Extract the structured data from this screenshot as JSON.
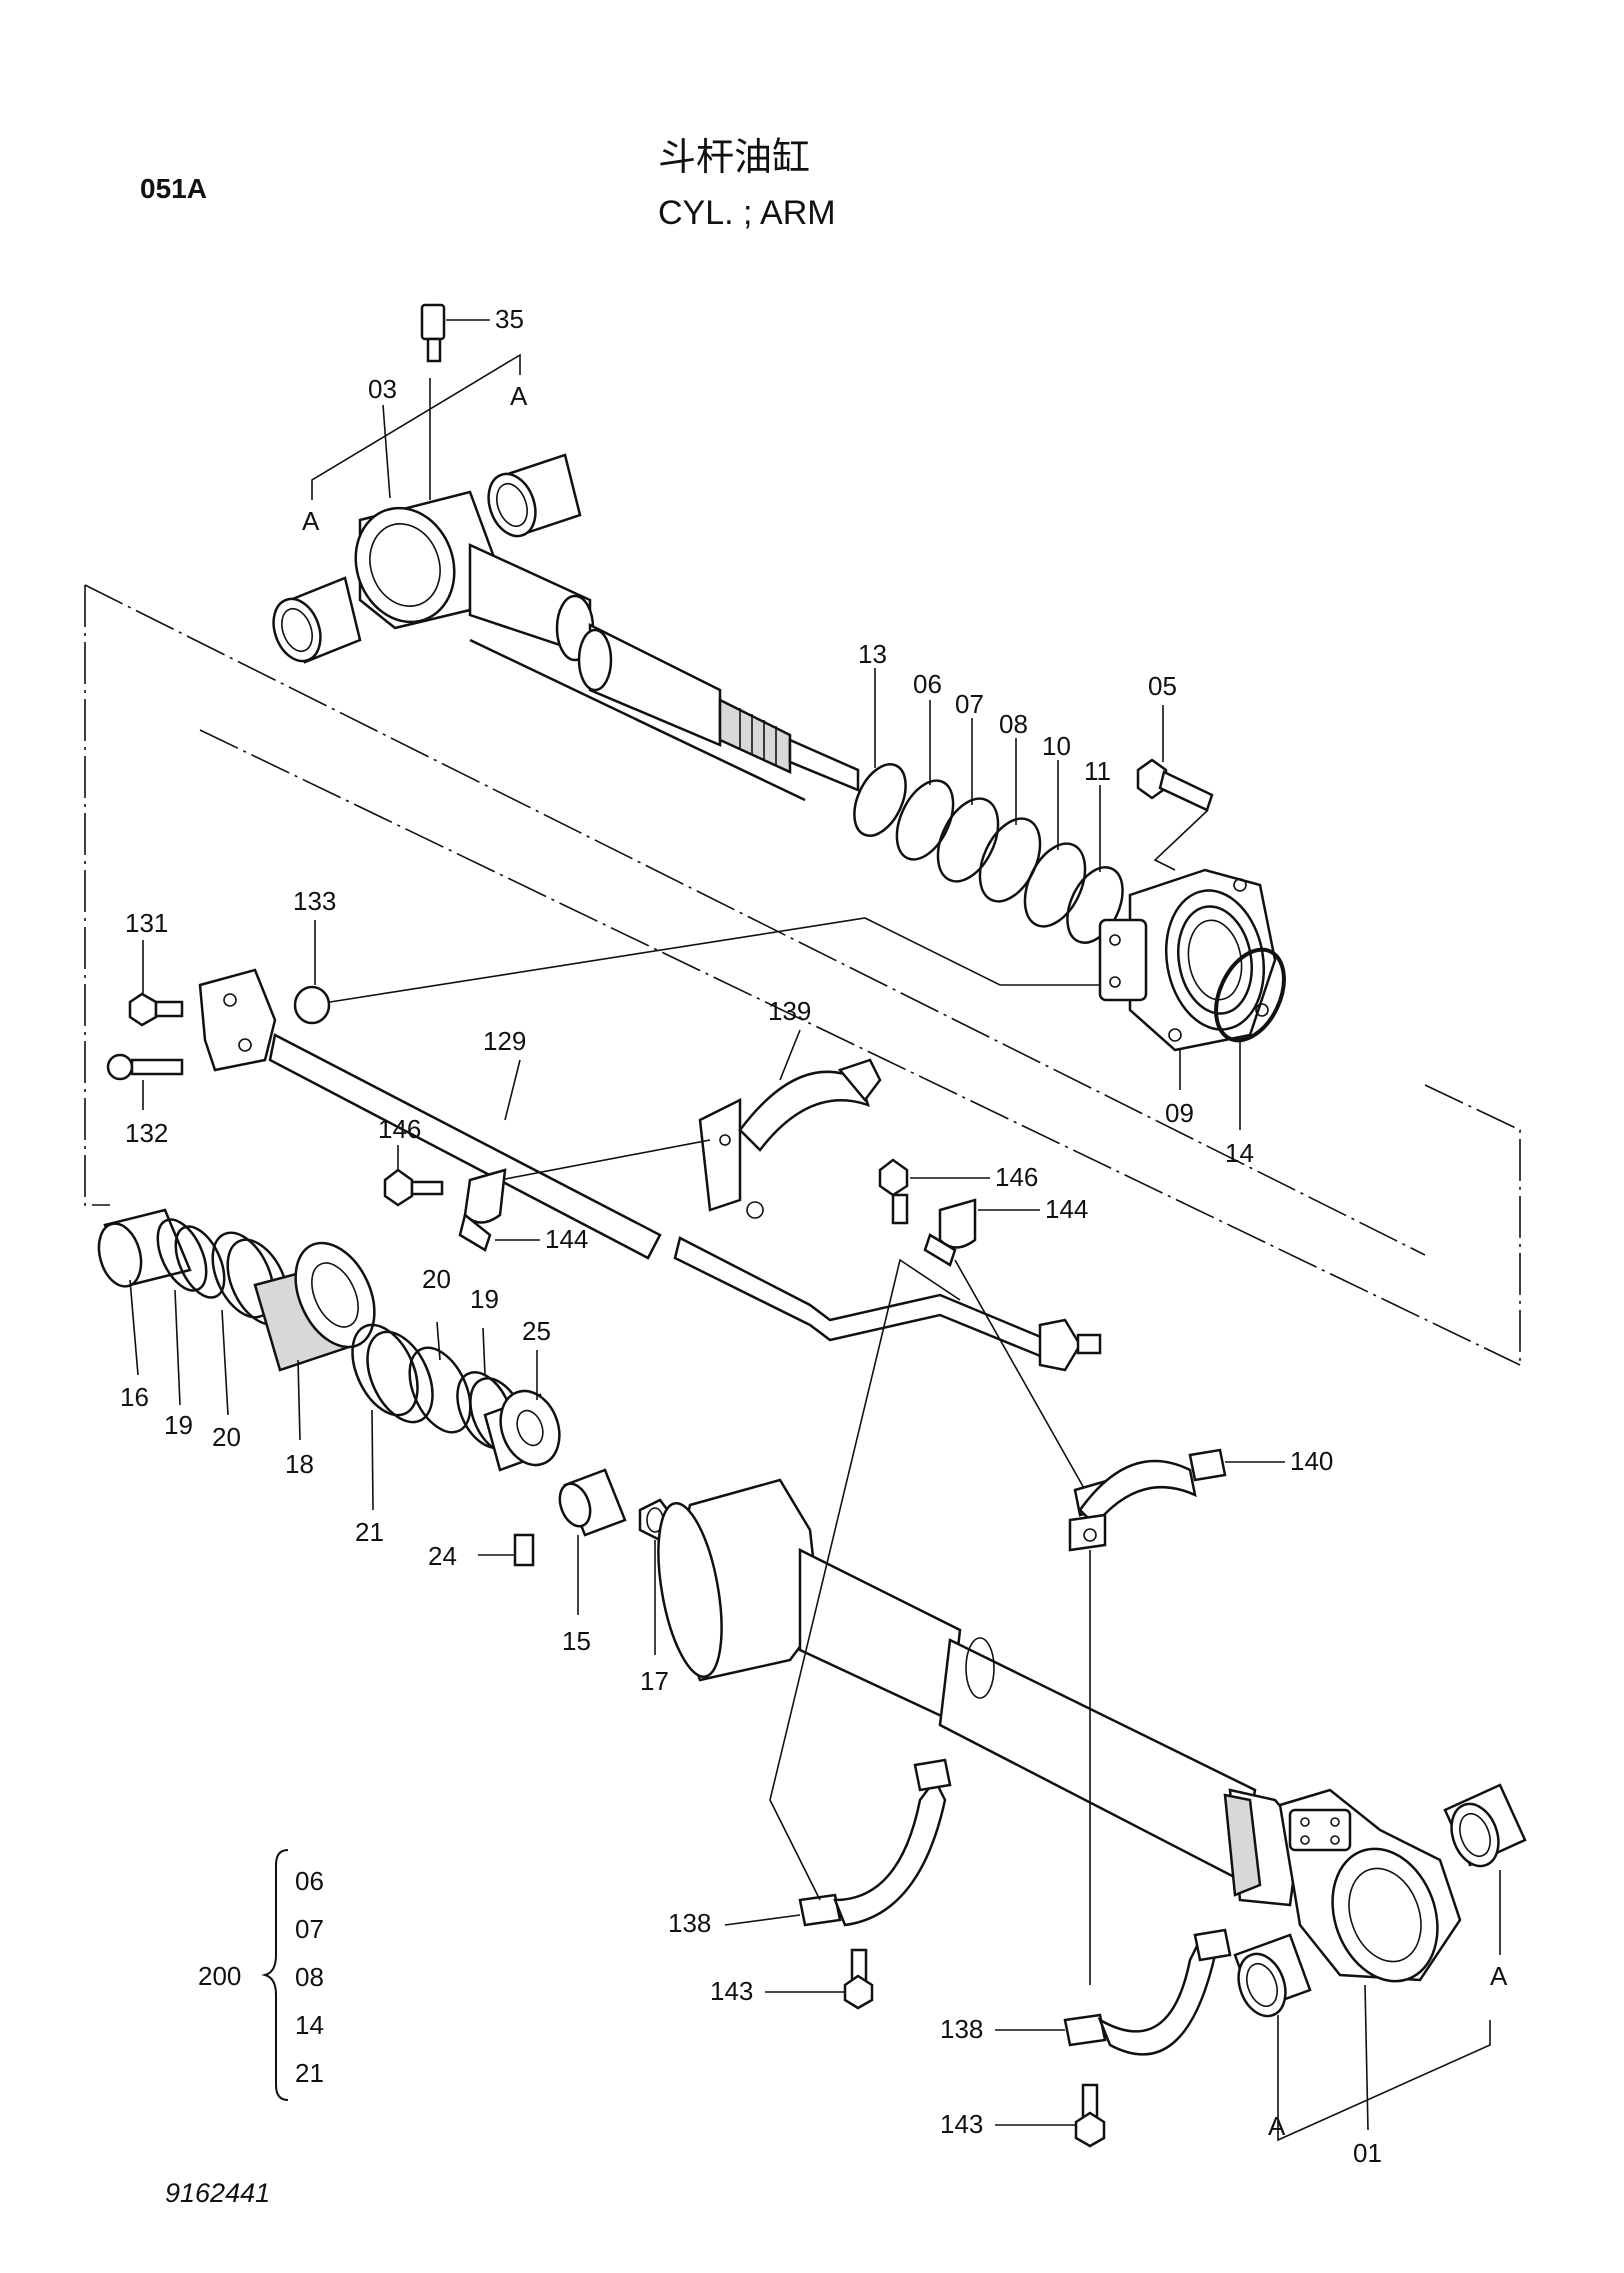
{
  "page": {
    "code": "051A",
    "title_cn": "斗杆油缸",
    "title_en": "CYL. ; ARM",
    "drawing_number": "9162441"
  },
  "callouts": {
    "c35": "35",
    "c03": "03",
    "c05": "05",
    "c06": "06",
    "c07": "07",
    "c08": "08",
    "c10": "10",
    "c11": "11",
    "c13": "13",
    "c09": "09",
    "c14": "14",
    "c131": "131",
    "c132": "132",
    "c133": "133",
    "c129": "129",
    "c139": "139",
    "c146a": "146",
    "c144a": "144",
    "c146b": "146",
    "c144b": "144",
    "c16": "16",
    "c19a": "19",
    "c20a": "20",
    "c18": "18",
    "c21": "21",
    "c20b": "20",
    "c19b": "19",
    "c25": "25",
    "c24": "24",
    "c15": "15",
    "c17": "17",
    "c140": "140",
    "c138a": "138",
    "c143a": "143",
    "c138b": "138",
    "c143b": "143",
    "c01": "01"
  },
  "bushing_markers": [
    "A",
    "A",
    "A",
    "A"
  ],
  "seal_kit": {
    "number": "200",
    "items": [
      "06",
      "07",
      "08",
      "14",
      "21"
    ]
  }
}
